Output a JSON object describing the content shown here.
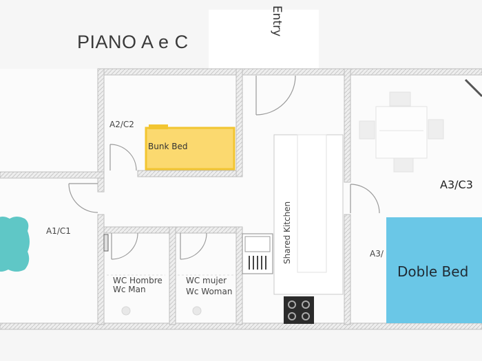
{
  "title": "PIANO A e C",
  "entry_label": "Entry",
  "rooms": {
    "a2c2": "A2/C2",
    "a1c1": "A1/C1",
    "a3c3": "A3/C3",
    "a3_partial": "A3/"
  },
  "beds": {
    "bunk": "Bunk Bed",
    "doble": "Doble Bed"
  },
  "kitchen": "Shared Kitchen",
  "wc_men": {
    "line1": "WC Hombre",
    "line2": "Wc Man"
  },
  "wc_women": {
    "line1": "WC mujer",
    "line2": "Wc Woman"
  },
  "colors": {
    "bunk_bed": "#fbd96f",
    "bunk_bed_outline": "#f2c531",
    "doble_bed": "#6ac7e7",
    "teal_bed": "#5fc7c6",
    "wall": "#cfcfcf"
  }
}
